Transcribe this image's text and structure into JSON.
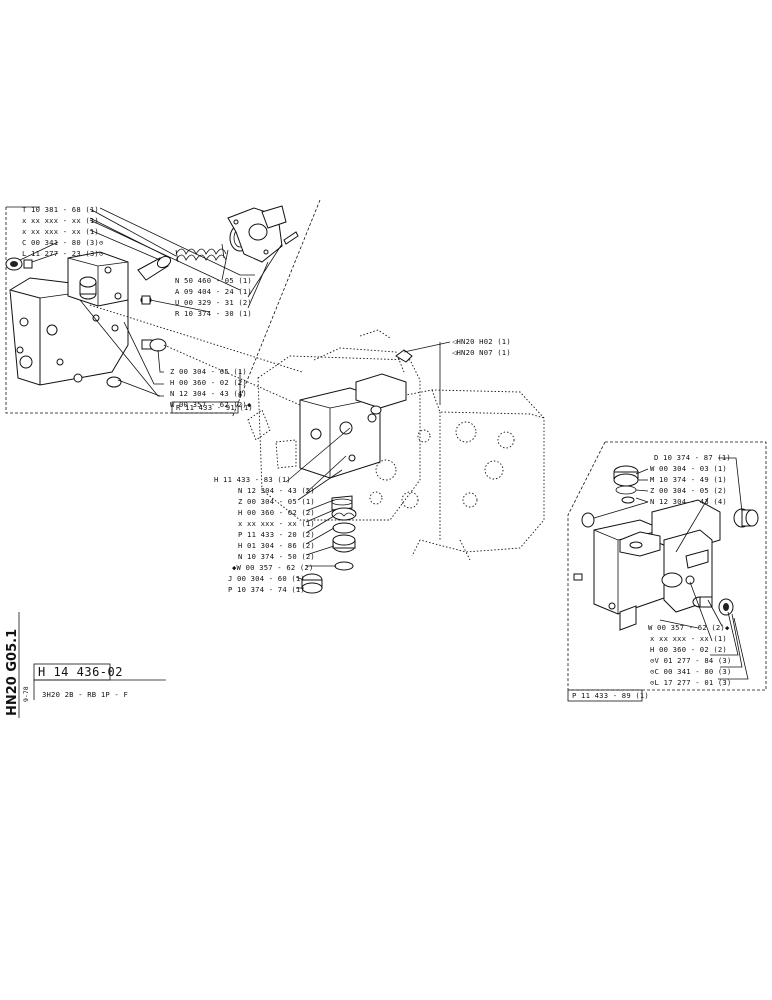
{
  "side_code": "HN20 G05.1",
  "side_code_small": "9-78",
  "title_box": {
    "drawing_number": "H 14 436-02",
    "subtitle": "3H20 2B - RB 1P - F"
  },
  "group_left": {
    "part_numbers": [
      "T 10 381 - 68 (1)",
      "x xx xxx - xx (1)",
      "x xx xxx - xx (1)",
      "C 00 341 - 80 (3)⊝",
      "L 11 277 - 23 (3)⊝",
      "N 50 460 - 05 (1)",
      "A 09 404 - 24 (1)",
      "U 00 329 - 31 (2)",
      "R 10 374 - 30 (1)",
      "Z 00 304 - 05 (1)",
      "H 00 360 - 02 (2)",
      "N 12 304 - 43 (4)",
      "W 00 357 - 62 (2)◆"
    ],
    "assembly_label": "R 11 433 - 91 (1)"
  },
  "group_center": {
    "references": [
      "◁HN20 H02 (1)",
      "◁HN20 N07 (1)"
    ],
    "part_numbers": [
      "H 11 433 - 83 (1)",
      "N 12 304 - 43 (5)",
      "Z 00 304 - 05 (1)",
      "H 00 360 - 02 (2)",
      "x xx xxx - xx (1)",
      "P 11 433 - 20 (2)",
      "H 01 304 - 86 (2)",
      "N 10 374 - 50 (2)",
      "◆W 00 357 - 62 (2)",
      "J 00 304 - 60 (1)",
      "P 10 374 - 74 (1)"
    ]
  },
  "group_right": {
    "part_numbers": [
      "D 10 374 - 87 (1)",
      "W 00 304 - 03 (1)",
      "M 10 374 - 49 (1)",
      "Z 00 304 - 05 (2)",
      "N 12 304 - 43 (4)",
      "W 00 357 - 62 (2)◆",
      "x xx xxx - xx (1)",
      "H 00 360 - 02 (2)",
      "⊝V 01 277 - 84 (3)",
      "⊝C 00 341 - 80 (3)",
      "⊝L 17 277 - 01 (3)"
    ],
    "assembly_label": "P 11 433 - 89 (1)"
  }
}
